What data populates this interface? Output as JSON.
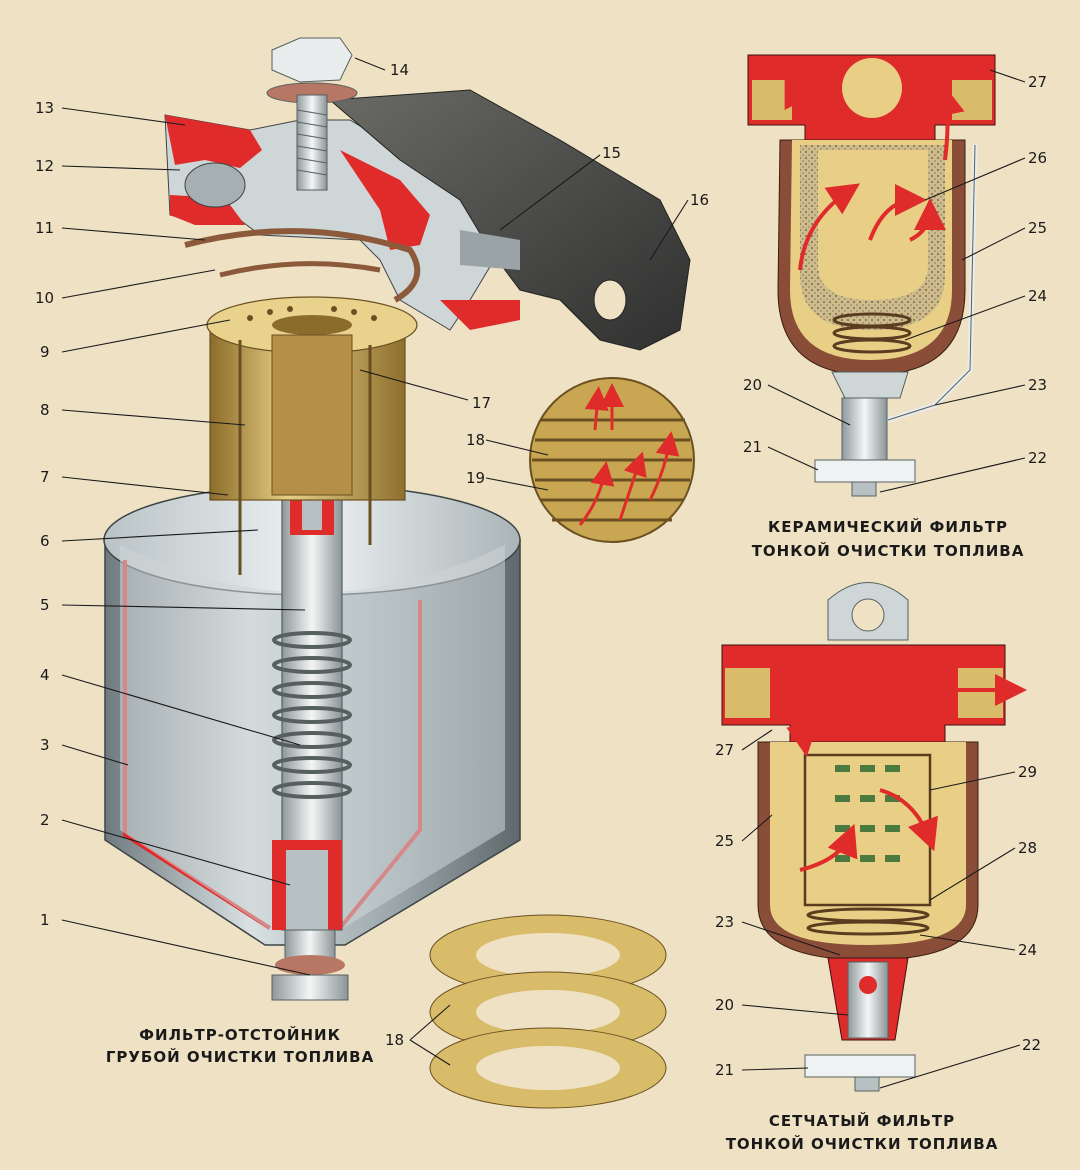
{
  "captions": {
    "coarse_filter": [
      "ФИЛЬТР-ОТСТОЙНИК",
      "ГРУБОЙ ОЧИСТКИ ТОПЛИВА"
    ],
    "ceramic_filter": [
      "КЕРАМИЧЕСКИЙ ФИЛЬТР",
      "ТОНКОЙ ОЧИСТКИ ТОПЛИВА"
    ],
    "mesh_filter": [
      "СЕТЧАТЫЙ ФИЛЬТР",
      "ТОНКОЙ ОЧИСТКИ ТОПЛИВА"
    ]
  },
  "callouts": {
    "left": [
      "1",
      "2",
      "3",
      "4",
      "5",
      "6",
      "7",
      "8",
      "9",
      "10",
      "11",
      "12",
      "13",
      "14",
      "15",
      "16",
      "17",
      "18",
      "19"
    ],
    "ceramic": [
      "20",
      "21",
      "22",
      "23",
      "24",
      "25",
      "26",
      "27"
    ],
    "mesh": [
      "20",
      "21",
      "22",
      "23",
      "24",
      "25",
      "27",
      "28",
      "29"
    ],
    "rings": [
      "18"
    ]
  },
  "colors": {
    "background": "#efe2c4",
    "section_red": "#e02b2b",
    "fuel_yellow": "#e9cf86",
    "brass": "#c9a652",
    "metal_grey": "#a7b2b6",
    "dark_bracket": "#4a4a48",
    "bowl_brown": "#8a4e38"
  }
}
